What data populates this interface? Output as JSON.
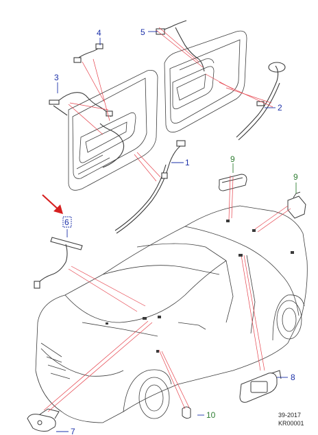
{
  "diagram": {
    "reference": {
      "date": "39-2017",
      "code": "KR00001"
    },
    "callouts": [
      {
        "id": "c1",
        "number": "1",
        "color": "#1a2fa8"
      },
      {
        "id": "c2",
        "number": "2",
        "color": "#1a2fa8"
      },
      {
        "id": "c3",
        "number": "3",
        "color": "#1a2fa8"
      },
      {
        "id": "c4",
        "number": "4",
        "color": "#1a2fa8"
      },
      {
        "id": "c5",
        "number": "5",
        "color": "#1a2fa8"
      },
      {
        "id": "c6",
        "number": "6",
        "color": "#1a2fa8",
        "highlighted": true
      },
      {
        "id": "c7",
        "number": "7",
        "color": "#1a2fa8"
      },
      {
        "id": "c8",
        "number": "8",
        "color": "#1a2fa8"
      },
      {
        "id": "c9a",
        "number": "9",
        "color": "#2e7d32"
      },
      {
        "id": "c9b",
        "number": "9",
        "color": "#2e7d32"
      },
      {
        "id": "c10",
        "number": "10",
        "color": "#2e7d32"
      }
    ],
    "colors": {
      "leader": "#e5404a",
      "arrow": "#d62020",
      "line_art": "#3a3a3a",
      "highlight_box": "#1a2fa8"
    }
  }
}
